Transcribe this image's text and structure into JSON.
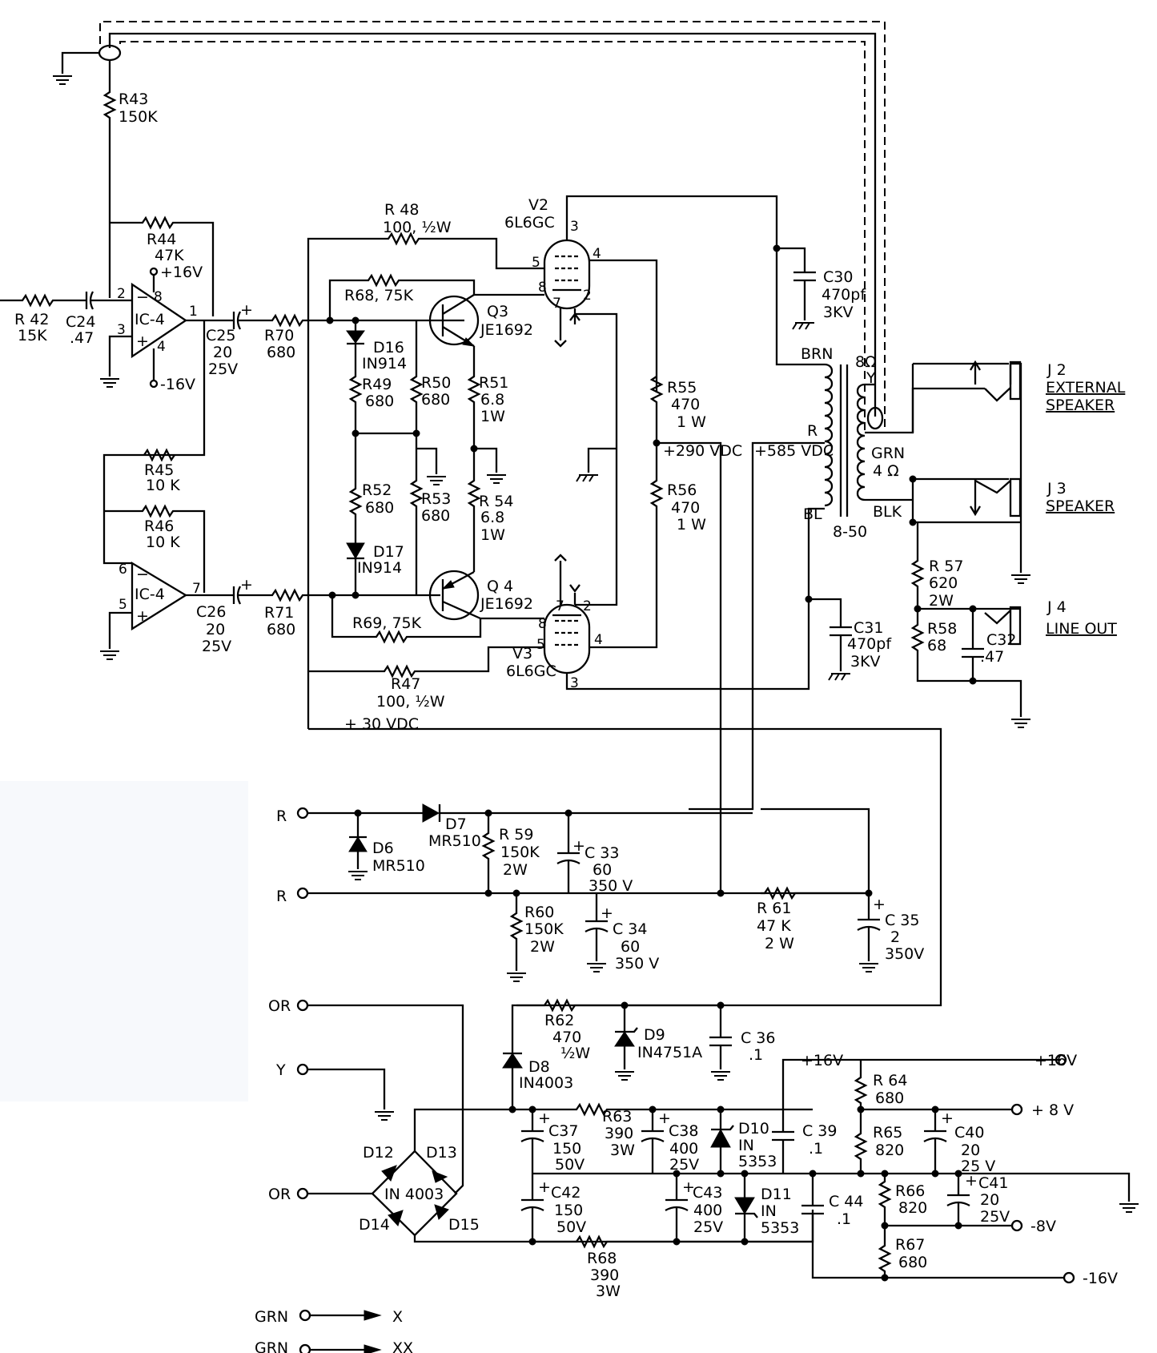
{
  "ic": {
    "u1": "IC-4",
    "u2": "IC-4"
  },
  "pins": {
    "p1": "1",
    "p2": "2",
    "p3": "3",
    "p4": "4",
    "p5": "5",
    "p6": "6",
    "p7": "7",
    "p8": "8"
  },
  "pwr": {
    "pos16": "+16V",
    "neg16": "-16V"
  },
  "res": {
    "r42": "R 42",
    "r42v": "15K",
    "r43": "R43",
    "r43v": "150K",
    "r44": "R44",
    "r44v": "47K",
    "r45": "R45",
    "r45v": "10 K",
    "r46": "R46",
    "r46v": "10 K",
    "r48": "R 48",
    "r48v": "100, ½W",
    "r68": "R68, 75K",
    "r69": "R69, 75K",
    "r70": "R70",
    "r70v": "680",
    "r71": "R71",
    "r71v": "680",
    "r49": "R49",
    "r49v": "680",
    "r50": "R50",
    "r50v": "680",
    "r51": "R51",
    "r51v": "6.8",
    "r51w": "1W",
    "r52": "R52",
    "r52v": "680",
    "r53": "R53",
    "r53v": "680",
    "r54": "R 54",
    "r54v": "6.8",
    "r54w": "1W",
    "r55": "R55",
    "r55v": "470",
    "r55w": "1 W",
    "r56": "R56",
    "r56v": "470",
    "r56w": "1 W",
    "r47": "R47",
    "r47v": "100, ½W",
    "r57": "R 57",
    "r57v": "620",
    "r57w": "2W",
    "r58": "R58",
    "r58v": "68",
    "r59": "R 59",
    "r59v": "150K",
    "r59w": "2W",
    "r60": "R60",
    "r60v": "150K",
    "r60w": "2W",
    "r61": "R 61",
    "r61v": "47 K",
    "r61w": "2 W",
    "r62": "R62",
    "r62v": "470",
    "r62w": "½W",
    "r63": "R63",
    "r63v": "390",
    "r63w": "3W",
    "r64": "R 64",
    "r64v": "680",
    "r65": "R65",
    "r65v": "820",
    "r66": "R66",
    "r66v": "820",
    "r67": "R67",
    "r67v": "680",
    "r68b": "R68",
    "r68bv": "390",
    "r68bw": "3W"
  },
  "caps": {
    "c24": "C24",
    "c24v": ".47",
    "c25": "C25",
    "c25v": "20",
    "c25w": "25V",
    "c26": "C26",
    "c26v": "20",
    "c26w": "25V",
    "c30": "C30",
    "c30v": "470pf",
    "c30w": "3KV",
    "c31": "C31",
    "c31v": "470pf",
    "c31w": "3KV",
    "c32": "C32",
    "c32v": ".47",
    "c33": "C 33",
    "c33v": "60",
    "c33w": "350 V",
    "c34": "C 34",
    "c34v": "60",
    "c34w": "350 V",
    "c35": "C 35",
    "c35v": "2",
    "c35w": "350V",
    "c36": "C 36",
    "c36v": ".1",
    "c37": "C37",
    "c37v": "150",
    "c37w": "50V",
    "c38": "C38",
    "c38v": "400",
    "c38w": "25V",
    "c39": "C 39",
    "c39v": ".1",
    "c40": "C40",
    "c40v": "20",
    "c40w": "25 V",
    "c41": "C41",
    "c41v": "20",
    "c41w": "25V",
    "c42": "C42",
    "c42v": "150",
    "c42w": "50V",
    "c43": "C43",
    "c43v": "400",
    "c43w": "25V",
    "c44": "C 44",
    "c44v": ".1",
    "plus": "+"
  },
  "diodes": {
    "d16": "D16",
    "d16v": "IN914",
    "d17": "D17",
    "d17v": "IN914",
    "d6": "D6",
    "d6v": "MR510",
    "d7": "D7",
    "d7v": "MR510",
    "d8": "D8",
    "d8v": "IN4003",
    "d9": "D9",
    "d9v": "IN4751A",
    "d10": "D10",
    "d10v": "IN",
    "d10w": "5353",
    "d11": "D11",
    "d11v": "IN",
    "d11w": "5353",
    "d12": "D12",
    "d13": "D13",
    "d14": "D14",
    "d15": "D15",
    "bridge": "IN 4003"
  },
  "transistors": {
    "q3": "Q3",
    "q3v": "JE1692",
    "q4": "Q 4",
    "q4v": "JE1692"
  },
  "tubes": {
    "v2": "V2",
    "v2v": "6L6GC",
    "v3": "V3",
    "v3v": "6L6GC"
  },
  "transformer": {
    "brn": "BRN",
    "r": "R",
    "bl": "BL",
    "ohm8": "8Ω",
    "y": "Y",
    "grn": "GRN",
    "ohm4": "4 Ω",
    "blk": "BLK",
    "model": "8-50"
  },
  "voltages": {
    "v290": "+290 VDC",
    "v585": "+585 VDC",
    "v30": "+ 30 VDC",
    "o16p": "+16V",
    "o8p": "+ 8 V",
    "o8n": "-8V",
    "o16n": "-16V"
  },
  "jacks": {
    "j2": "J 2",
    "j2a": "EXTERNAL",
    "j2b": "SPEAKER",
    "j3": "J 3",
    "j3a": "SPEAKER",
    "j4": "J 4",
    "j4a": "LINE OUT"
  },
  "inputs": {
    "r1": "R",
    "r2": "R",
    "or1": "OR",
    "y": "Y",
    "or2": "OR",
    "grn1": "GRN",
    "grn2": "GRN",
    "x": "X",
    "xx": "XX"
  }
}
